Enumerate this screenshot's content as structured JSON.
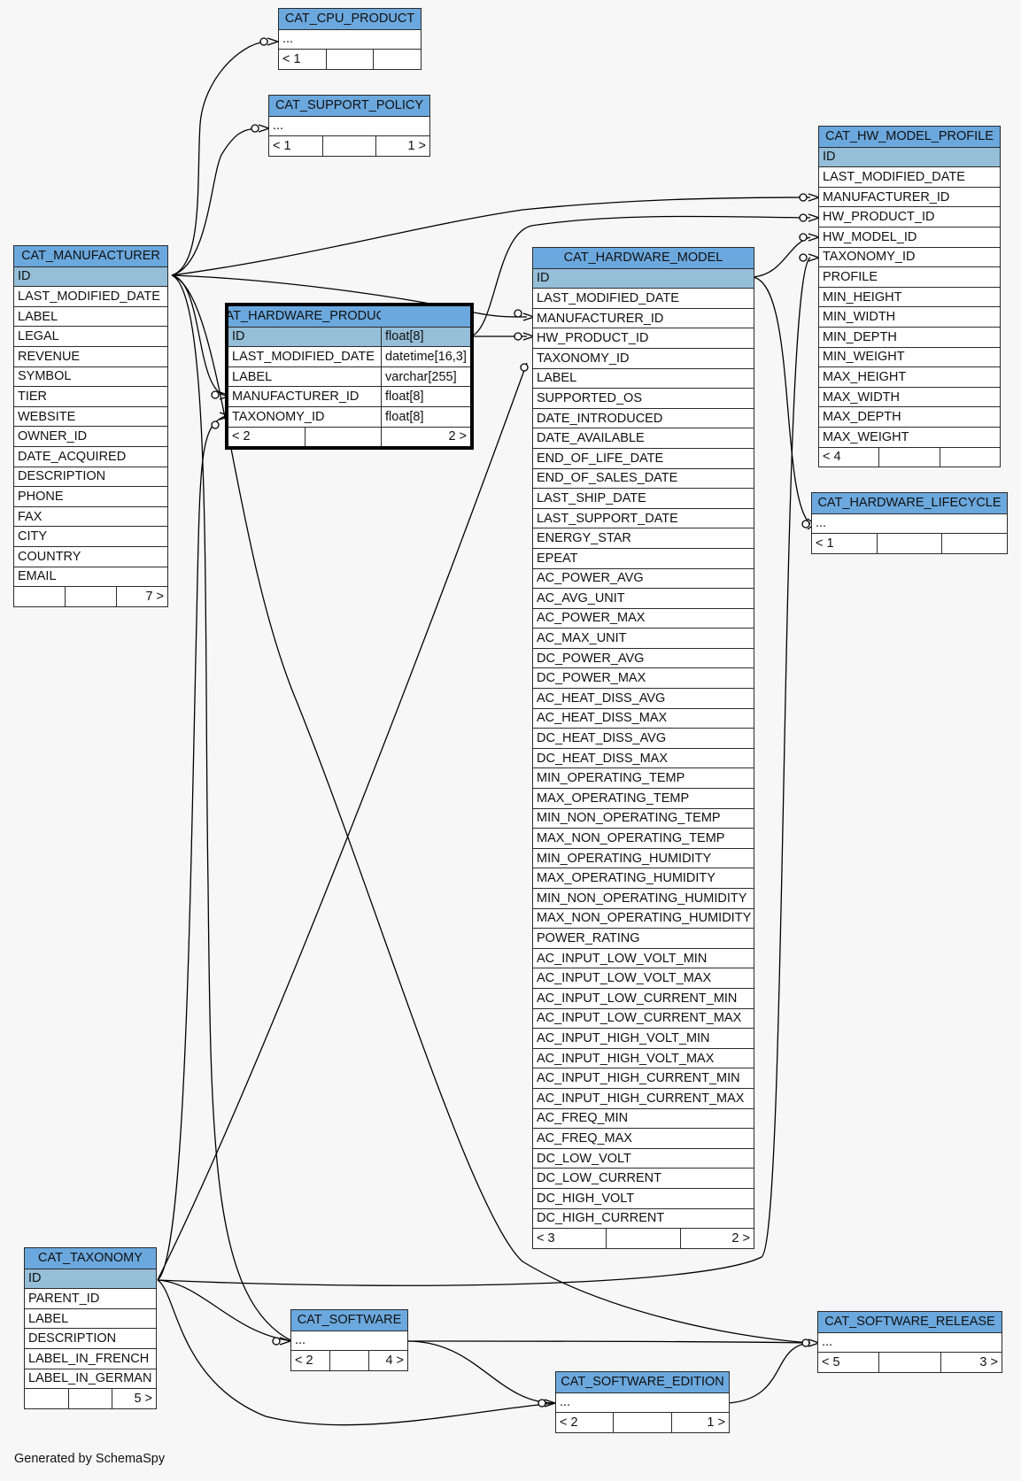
{
  "footer": "Generated by SchemaSpy",
  "tables": [
    {
      "name": "CAT_CPU_PRODUCT",
      "rows": [
        [
          "..."
        ]
      ],
      "nav": [
        "< 1",
        "",
        ""
      ]
    },
    {
      "name": "CAT_SUPPORT_POLICY",
      "rows": [
        [
          "..."
        ]
      ],
      "nav": [
        "< 1",
        "",
        "1 >"
      ]
    },
    {
      "name": "CAT_MANUFACTURER",
      "pk": "ID",
      "rows": [
        [
          "LAST_MODIFIED_DATE"
        ],
        [
          "LABEL"
        ],
        [
          "LEGAL"
        ],
        [
          "REVENUE"
        ],
        [
          "SYMBOL"
        ],
        [
          "TIER"
        ],
        [
          "WEBSITE"
        ],
        [
          "OWNER_ID"
        ],
        [
          "DATE_ACQUIRED"
        ],
        [
          "DESCRIPTION"
        ],
        [
          "PHONE"
        ],
        [
          "FAX"
        ],
        [
          "CITY"
        ],
        [
          "COUNTRY"
        ],
        [
          "EMAIL"
        ]
      ],
      "nav": [
        "",
        "",
        "7 >"
      ]
    },
    {
      "name": "CAT_HARDWARE_PRODUCT",
      "pk": "ID",
      "pk_type": "float[8]",
      "rows": [
        [
          "LAST_MODIFIED_DATE",
          "datetime[16,3]"
        ],
        [
          "LABEL",
          "varchar[255]"
        ],
        [
          "MANUFACTURER_ID",
          "float[8]"
        ],
        [
          "TAXONOMY_ID",
          "float[8]"
        ]
      ],
      "nav": [
        "< 2",
        "",
        "2 >"
      ]
    },
    {
      "name": "CAT_HARDWARE_MODEL",
      "pk": "ID",
      "rows": [
        [
          "LAST_MODIFIED_DATE"
        ],
        [
          "MANUFACTURER_ID"
        ],
        [
          "HW_PRODUCT_ID"
        ],
        [
          "TAXONOMY_ID"
        ],
        [
          "LABEL"
        ],
        [
          "SUPPORTED_OS"
        ],
        [
          "DATE_INTRODUCED"
        ],
        [
          "DATE_AVAILABLE"
        ],
        [
          "END_OF_LIFE_DATE"
        ],
        [
          "END_OF_SALES_DATE"
        ],
        [
          "LAST_SHIP_DATE"
        ],
        [
          "LAST_SUPPORT_DATE"
        ],
        [
          "ENERGY_STAR"
        ],
        [
          "EPEAT"
        ],
        [
          "AC_POWER_AVG"
        ],
        [
          "AC_AVG_UNIT"
        ],
        [
          "AC_POWER_MAX"
        ],
        [
          "AC_MAX_UNIT"
        ],
        [
          "DC_POWER_AVG"
        ],
        [
          "DC_POWER_MAX"
        ],
        [
          "AC_HEAT_DISS_AVG"
        ],
        [
          "AC_HEAT_DISS_MAX"
        ],
        [
          "DC_HEAT_DISS_AVG"
        ],
        [
          "DC_HEAT_DISS_MAX"
        ],
        [
          "MIN_OPERATING_TEMP"
        ],
        [
          "MAX_OPERATING_TEMP"
        ],
        [
          "MIN_NON_OPERATING_TEMP"
        ],
        [
          "MAX_NON_OPERATING_TEMP"
        ],
        [
          "MIN_OPERATING_HUMIDITY"
        ],
        [
          "MAX_OPERATING_HUMIDITY"
        ],
        [
          "MIN_NON_OPERATING_HUMIDITY"
        ],
        [
          "MAX_NON_OPERATING_HUMIDITY"
        ],
        [
          "POWER_RATING"
        ],
        [
          "AC_INPUT_LOW_VOLT_MIN"
        ],
        [
          "AC_INPUT_LOW_VOLT_MAX"
        ],
        [
          "AC_INPUT_LOW_CURRENT_MIN"
        ],
        [
          "AC_INPUT_LOW_CURRENT_MAX"
        ],
        [
          "AC_INPUT_HIGH_VOLT_MIN"
        ],
        [
          "AC_INPUT_HIGH_VOLT_MAX"
        ],
        [
          "AC_INPUT_HIGH_CURRENT_MIN"
        ],
        [
          "AC_INPUT_HIGH_CURRENT_MAX"
        ],
        [
          "AC_FREQ_MIN"
        ],
        [
          "AC_FREQ_MAX"
        ],
        [
          "DC_LOW_VOLT"
        ],
        [
          "DC_LOW_CURRENT"
        ],
        [
          "DC_HIGH_VOLT"
        ],
        [
          "DC_HIGH_CURRENT"
        ]
      ],
      "nav": [
        "< 3",
        "",
        "2 >"
      ]
    },
    {
      "name": "CAT_HW_MODEL_PROFILE",
      "pk": "ID",
      "rows": [
        [
          "LAST_MODIFIED_DATE"
        ],
        [
          "MANUFACTURER_ID"
        ],
        [
          "HW_PRODUCT_ID"
        ],
        [
          "HW_MODEL_ID"
        ],
        [
          "TAXONOMY_ID"
        ],
        [
          "PROFILE"
        ],
        [
          "MIN_HEIGHT"
        ],
        [
          "MIN_WIDTH"
        ],
        [
          "MIN_DEPTH"
        ],
        [
          "MIN_WEIGHT"
        ],
        [
          "MAX_HEIGHT"
        ],
        [
          "MAX_WIDTH"
        ],
        [
          "MAX_DEPTH"
        ],
        [
          "MAX_WEIGHT"
        ]
      ],
      "nav": [
        "< 4",
        "",
        ""
      ]
    },
    {
      "name": "CAT_HARDWARE_LIFECYCLE",
      "rows": [
        [
          "..."
        ]
      ],
      "nav": [
        "< 1",
        "",
        ""
      ]
    },
    {
      "name": "CAT_TAXONOMY",
      "pk": "ID",
      "rows": [
        [
          "PARENT_ID"
        ],
        [
          "LABEL"
        ],
        [
          "DESCRIPTION"
        ],
        [
          "LABEL_IN_FRENCH"
        ],
        [
          "LABEL_IN_GERMAN"
        ]
      ],
      "nav": [
        "",
        "",
        "5 >"
      ]
    },
    {
      "name": "CAT_SOFTWARE",
      "rows": [
        [
          "..."
        ]
      ],
      "nav": [
        "< 2",
        "",
        "4 >"
      ]
    },
    {
      "name": "CAT_SOFTWARE_RELEASE",
      "rows": [
        [
          "..."
        ]
      ],
      "nav": [
        "< 5",
        "",
        "3 >"
      ]
    },
    {
      "name": "CAT_SOFTWARE_EDITION",
      "rows": [
        [
          "..."
        ]
      ],
      "nav": [
        "< 2",
        "",
        "1 >"
      ]
    }
  ]
}
